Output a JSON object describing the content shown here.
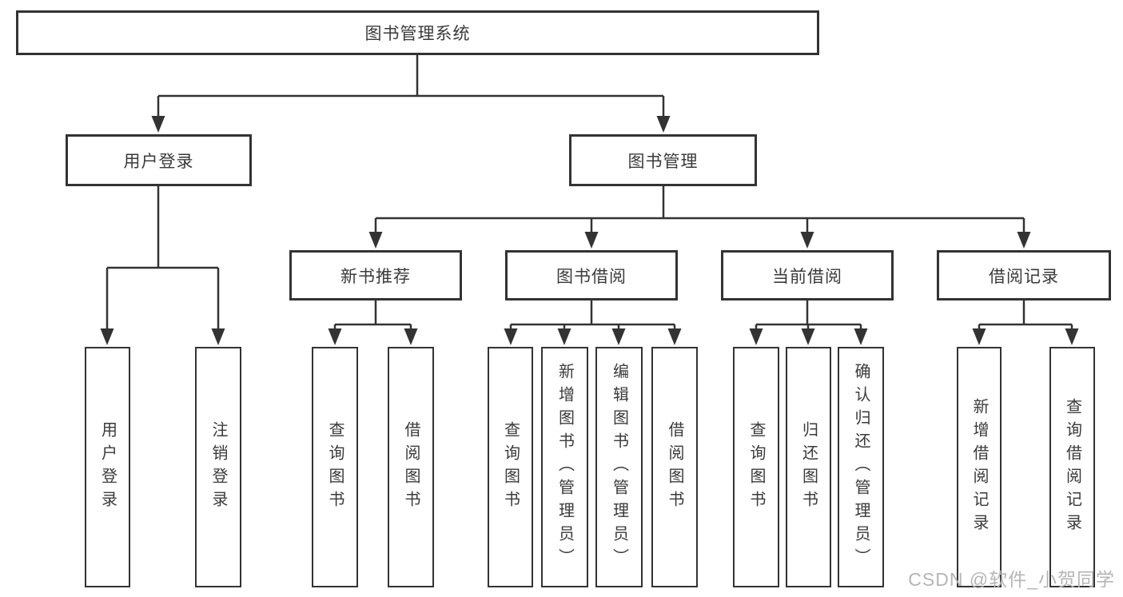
{
  "diagram": {
    "root": "图书管理系统",
    "branches": [
      {
        "label": "用户登录",
        "children": [
          "用户登录",
          "注销登录"
        ]
      },
      {
        "label": "图书管理",
        "sections": [
          {
            "label": "新书推荐",
            "children": [
              "查询图书",
              "借阅图书"
            ]
          },
          {
            "label": "图书借阅",
            "children": [
              "查询图书",
              "新增图书（管理员）",
              "编辑图书（管理员）",
              "借阅图书"
            ]
          },
          {
            "label": "当前借阅",
            "children": [
              "查询图书",
              "归还图书",
              "确认归还（管理员）"
            ]
          },
          {
            "label": "借阅记录",
            "children": [
              "新增借阅记录",
              "查询借阅记录"
            ]
          }
        ]
      }
    ],
    "watermark": "CSDN @软件_小贺同学",
    "colors": {
      "line": "#333333",
      "text": "#3a3a3a",
      "watermark": "#b5b5b5",
      "background": "#ffffff"
    }
  }
}
